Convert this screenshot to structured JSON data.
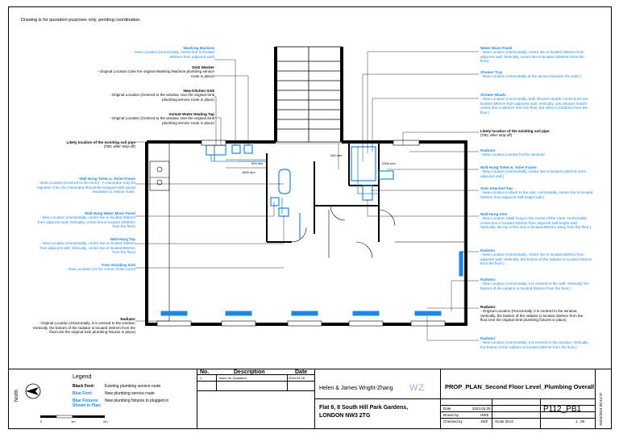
{
  "note": "Drawing is for quotation purposes only, pending coordination.",
  "colors": {
    "blue": "#1e88e5",
    "black": "#000000"
  },
  "left_annotations": [
    {
      "title": "Washing Machine",
      "text": "- New Location (Horizontally, centre line is located 800mm from adjacent wall)",
      "color": "blue"
    },
    {
      "title": "Dish Washer",
      "text": "- Original Location (Use the original Washing Machine plumbing service route in place)",
      "color": "black"
    },
    {
      "title": "New Kitchen Sink",
      "text": "- Original Location (Centred to the window. Use the original Sink plumbing service route in place)",
      "color": "black"
    },
    {
      "title": "Instant Water Heating Tap",
      "text": "- Original Location (Centred to the window. Use the original Sink plumbing service route in place)",
      "color": "black"
    },
    {
      "title": "Likely location of the exisiting soil pipe",
      "text": "(TBC after strip-off)",
      "color": "black"
    },
    {
      "title": "Wall Hung Toilet w. Toilet Frame",
      "text": "- New Location (Centred to the room) - A macerator may be required. If so, the macerator should be wrapped with sound insulation to reduce noise.",
      "color": "blue"
    },
    {
      "title": "Wall Hung Water Mixer Panel",
      "text": "- New Location (Horizontally, centre line is located 250mm from adjacent wall; Vertically, centre line is located 1000mm from the floor)",
      "color": "blue"
    },
    {
      "title": "Wall Hung Tap",
      "text": "- New Location (Horizontally, centre line is located 200mm from adjacent wall; Vertically, centre line is located 850mm from the floor)",
      "color": "blue"
    },
    {
      "title": "Free Standing Sink",
      "text": "- New Location (At the corner of the room)",
      "color": "blue"
    },
    {
      "title": "Radiator",
      "text": "- Original Location (Horizontally, it is centred to the window; Vertically, the bottom of the radiator is located 250mm from the floor.Use the original Sink plumbing fixtures in place)",
      "color": "black"
    }
  ],
  "right_annotations": [
    {
      "title": "Water Mixer Panel",
      "text": "- New Location (Horizontally, centre line is located 380mm from adjacent wall; Vertically, centre line is located 1000mm from the floor)",
      "color": "blue"
    },
    {
      "title": "Shower Tray",
      "text": "- New Location (Horizontally at the alcove between the walls.)",
      "color": "blue"
    },
    {
      "title": "Shower Heads",
      "text": "- New Location (Horizontally, both Shower Heads' centre lines are located 380mm from adjacent wall; Vertically, one Shower head's centre line is 850mm from the floor, the other is 2200mm from the floor.)",
      "color": "blue"
    },
    {
      "title": "Likely location of the exisiting soil pipe",
      "text": "(TBC after strip-off)",
      "color": "black"
    },
    {
      "title": "Radiator",
      "text": "- New Location (centred to the window)",
      "color": "blue"
    },
    {
      "title": "Wall Hung Toilet w. Toilet Frame",
      "text": "- New Location (Horizontally, centre line is located 1280mm from adjacent wall.)",
      "color": "blue"
    },
    {
      "title": "Sink-Attached Tap",
      "text": "- New Location (Attach to the sink. Horizontally, centre line is located 200mm from adjacent half-height wall.)",
      "color": "blue"
    },
    {
      "title": "Wall Hung Sink",
      "text": "- New Location (Wall hung to the corner of the room. Horizontally, centre line is located 200mm from adjacent half-height wall; Vertically, the top of the sink is located 850mm away from the floor.)",
      "color": "blue"
    },
    {
      "title": "Radiator",
      "text": "- New Location (Horizontally, centre line is located 250mm from adjacent wall; Vertically, the bottom of the radiator is located 250mm from the floor.)",
      "color": "blue"
    },
    {
      "title": "Radiator",
      "text": "- New Location (Horizontally, it is centred to the wall; Vertically, the bottom of the radiator is located 250mm from the floor.)",
      "color": "blue"
    },
    {
      "title": "Radiator",
      "text": "- Original Location (Horizontally, it is centred to the window; Vertically, the bottom of the radiator is located 250mm from the floor.Use the original Sink plumbing fixtures in place)",
      "color": "black"
    },
    {
      "title": "Radiator",
      "text": "- New Location (Horizontally, it is centred to the window; Vertically, the bottom of the radiator is located 250mm from the floor.)",
      "color": "blue"
    }
  ],
  "dimensions": {
    "d1": "900 mm",
    "d2": "1500 mm",
    "d3": "400 mm",
    "d4": "2300 mm"
  },
  "legend": {
    "title": "Legend",
    "black_label": "Black Font:",
    "black_desc": "Existing plumbing service route",
    "blue_label": "Blue Font:",
    "blue_desc": "New plumbing service route",
    "fixtures_label": "Blue Fixtures Shown in Plan:",
    "fixtures_desc": "New plumbing fixtures to plugged in",
    "north": "North",
    "scale_0": "0",
    "scale_1": "1m",
    "scale_2": "2m"
  },
  "revisions": {
    "headers": [
      "No.",
      "Description",
      "Date"
    ],
    "rows": [
      [
        "1",
        "Issue for Quotation",
        "2024.03.25"
      ]
    ]
  },
  "client": "Helen & James Wright-Zhang",
  "logo": "WZ",
  "address1": "Flat 6, 8 South Hill Park Gardens,",
  "address2": "LONDON NW3 2TG",
  "drawing_title": "PROP_PLAN_Second Floor Level_Plumbing Overall",
  "drawing_no": "P112_PB1",
  "meta": {
    "date_label": "Date",
    "date_value": "2024.03.25",
    "drawn_label": "Drawn by",
    "drawn_value": "HWZ",
    "checked_label": "Checked by",
    "checked_value": "JWZ",
    "scale_label": "Scale @A3",
    "scale_value": "1 : 50"
  },
  "side_stamp": "26/03/2024 08:34:37"
}
